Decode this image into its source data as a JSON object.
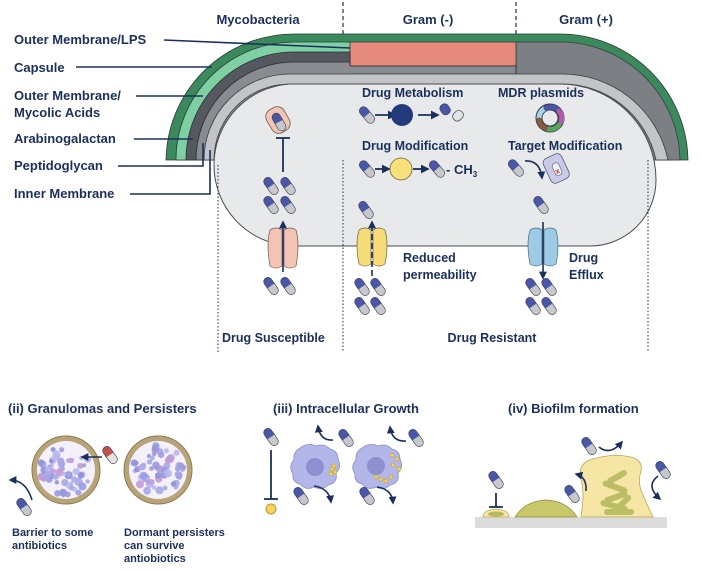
{
  "columns": {
    "mycobacteria": "Mycobacteria",
    "gram_negative": "Gram (-)",
    "gram_positive": "Gram (+)"
  },
  "layers": [
    {
      "label": "Outer Membrane/LPS",
      "color": "#e58a7d"
    },
    {
      "label": "Capsule",
      "color": "#3a8a5e"
    },
    {
      "label_line1": "Outer Membrane/",
      "label_line2": "Mycolic Acids",
      "color": "#7fcfa5"
    },
    {
      "label": "Arabinogalactan",
      "color": "#55595f"
    },
    {
      "label": "Peptidoglycan",
      "color": "#888b90"
    },
    {
      "label": "Inner Membrane",
      "color": "#c2c4c7"
    }
  ],
  "cell_interior_color": "#e8e9ea",
  "mechanisms": {
    "drug_metabolism": "Drug Metabolism",
    "mdr_plasmids": "MDR plasmids",
    "drug_modification": "Drug Modification",
    "methyl_group": "- CH",
    "methyl_subscript": "3",
    "target_modification": "Target Modification",
    "reduced_permeability_line1": "Reduced",
    "reduced_permeability_line2": "permeability",
    "drug_efflux_line1": "Drug",
    "drug_efflux_line2": "Efflux"
  },
  "sections": {
    "drug_susceptible": "Drug Susceptible",
    "drug_resistant": "Drug Resistant"
  },
  "panels": {
    "granulomas": {
      "title": "(ii) Granulomas and Persisters",
      "caption_left_line1": "Barrier to some",
      "caption_left_line2": "antibiotics",
      "caption_right_line1": "Dormant persisters",
      "caption_right_line2": "can survive",
      "caption_right_line3": "antiobiotics"
    },
    "intracellular": {
      "title": "(iii) Intracellular Growth"
    },
    "biofilm": {
      "title": "(iv) Biofilm formation"
    }
  },
  "colors": {
    "text": "#1b2f5c",
    "pill_blue": "#4a56a6",
    "pill_grey": "#c6c8cc",
    "pill_red": "#c0504d",
    "porin_pink": "#f3c4b3",
    "porin_yellow": "#f7dd7a",
    "porin_blue": "#9dcbe6",
    "enzyme_navy": "#233a7a",
    "modifier_yellow": "#f8e07a",
    "macrophage": "#b2b6e8",
    "biofilm_yellow": "#f6e6a6",
    "biofilm_green": "#b3b85a",
    "surface_grey": "#dcdcdc"
  }
}
